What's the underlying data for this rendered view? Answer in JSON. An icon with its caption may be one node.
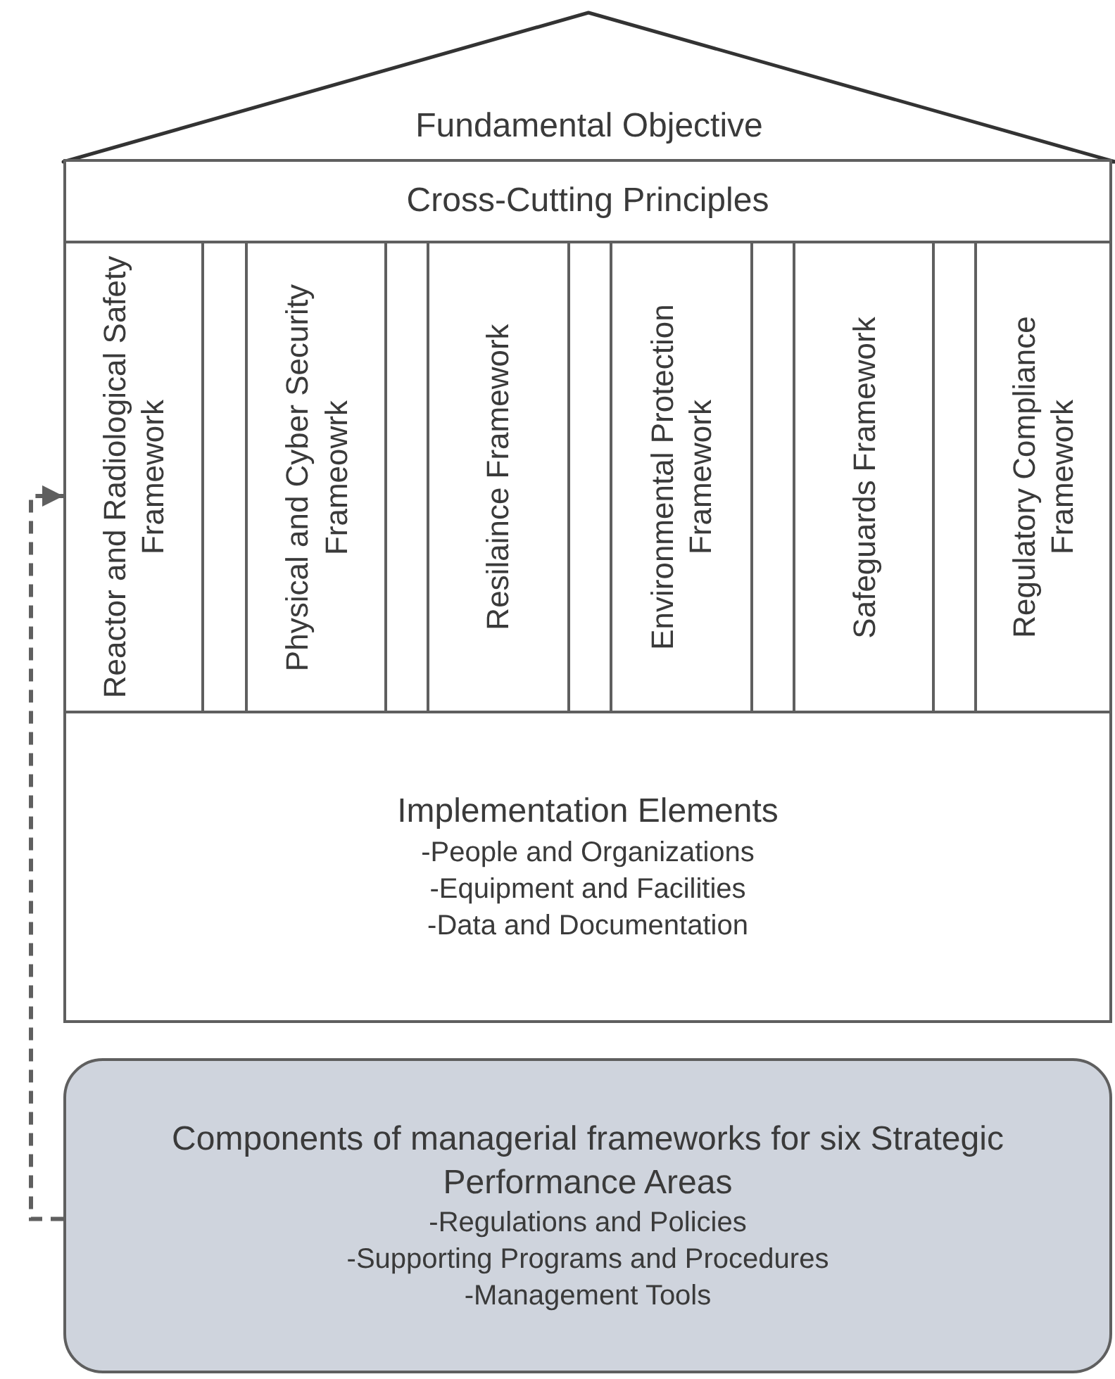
{
  "diagram": {
    "nodes": [
      {
        "text": [
          "Fundamental Objective"
        ]
      },
      {
        "text": [
          "Cross-Cutting Principles"
        ]
      },
      {
        "text": [
          "Reactor and Radiological Safety Framework"
        ]
      },
      {
        "text": [
          "Physical and Cyber Security Frameowrk"
        ]
      },
      {
        "text": [
          "Resilaince Framework"
        ]
      },
      {
        "text": [
          "Environmental Protection Framework"
        ]
      },
      {
        "text": [
          "Safeguards Framework"
        ]
      },
      {
        "text": [
          "Regulatory Compliance Framework"
        ]
      },
      {
        "text": [
          "Implementation Elements",
          "-People and Organizations",
          "-Equipment and Facilities",
          "-Data and Documentation"
        ]
      },
      {
        "text": [
          "Components of managerial frameworks for six Strategic Performance Areas",
          "-Regulations and Policies",
          "-Supporting Programs and Procedures",
          "-Management Tools"
        ]
      }
    ],
    "edges": [
      {
        "from": 9,
        "to": 2,
        "arrow": "to",
        "style": "dashed"
      }
    ]
  }
}
